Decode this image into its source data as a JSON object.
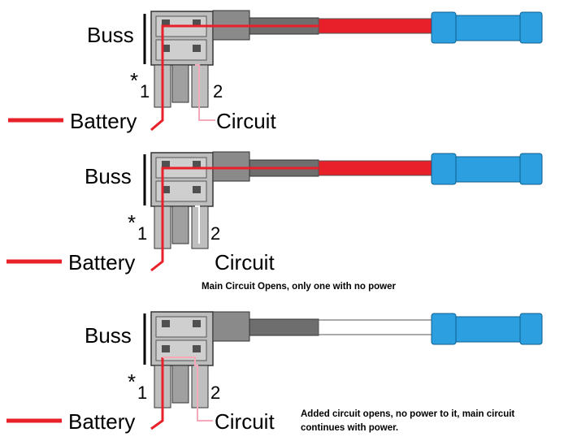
{
  "colors": {
    "power": "#e8202a",
    "no_power": "#f6a9b8",
    "unpowered_lead": "#ffffff",
    "holder_body": "#b3b3b3",
    "holder_dark": "#505050",
    "connector": "#2b9fe0",
    "insulation": "#6e6e6e"
  },
  "panels": [
    {
      "buss_label": "Buss",
      "star": "*",
      "terminal_1": "1",
      "terminal_2": "2",
      "battery_label": "Battery",
      "circuit_label": "Circuit",
      "note_lines": []
    },
    {
      "buss_label": "Buss",
      "star": "*",
      "terminal_1": "1",
      "terminal_2": "2",
      "battery_label": "Battery",
      "circuit_label": "Circuit",
      "note_lines": [
        "Main Circuit Opens, only one with no power"
      ]
    },
    {
      "buss_label": "Buss",
      "star": "*",
      "terminal_1": "1",
      "terminal_2": "2",
      "battery_label": "Battery",
      "circuit_label": "Circuit",
      "note_lines": [
        "Added circuit opens, no power to it, main circuit",
        "continues with power."
      ]
    }
  ]
}
